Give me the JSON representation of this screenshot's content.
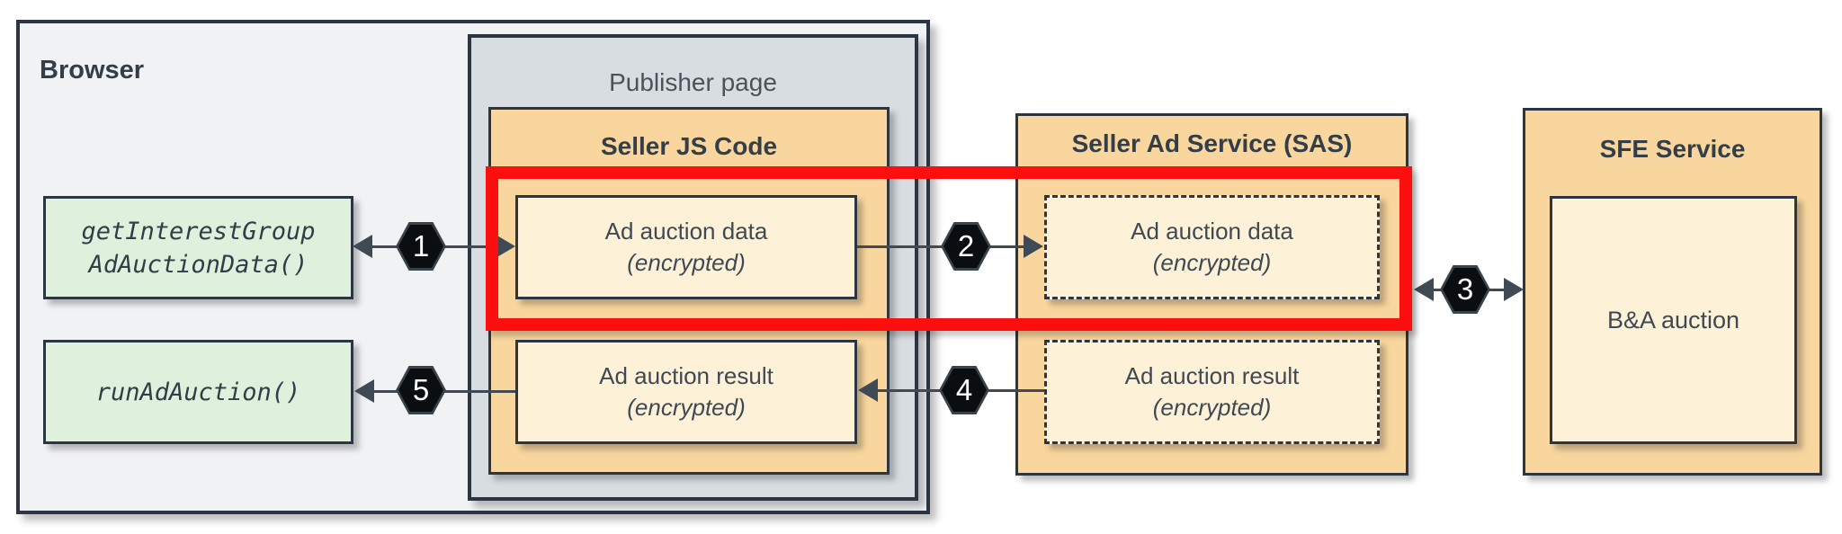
{
  "containers": {
    "browser": {
      "label": "Browser"
    },
    "publisher_page": {
      "label": "Publisher page"
    },
    "seller_js_code": {
      "label": "Seller JS Code"
    },
    "seller_ad_service": {
      "label": "Seller Ad Service (SAS)"
    },
    "sfe_service": {
      "label": "SFE Service"
    }
  },
  "browser_api_boxes": {
    "get_interest_group": {
      "line1": "getInterestGroup",
      "line2": "AdAuctionData()"
    },
    "run_ad_auction": {
      "line1": "runAdAuction()"
    }
  },
  "payload_boxes": {
    "js_ad_auction_data": {
      "title": "Ad auction data",
      "note": "(encrypted)"
    },
    "js_ad_auction_result": {
      "title": "Ad auction result",
      "note": "(encrypted)"
    },
    "sas_ad_auction_data": {
      "title": "Ad auction data",
      "note": "(encrypted)"
    },
    "sas_ad_auction_result": {
      "title": "Ad auction result",
      "note": "(encrypted)"
    },
    "ba_auction": {
      "title": "B&A auction"
    }
  },
  "step_badges": {
    "step1": "1",
    "step2": "2",
    "step3": "3",
    "step4": "4",
    "step5": "5"
  },
  "colors": {
    "highlight_red": "#fb0f0f",
    "container_orange": "#f9d69d",
    "payload_cream": "#fdf2d8",
    "api_green": "#dff1dc",
    "browser_gray": "#f1f2f4",
    "publisher_gray": "#d8dde2",
    "stroke_dark": "#2b3642",
    "badge_black": "#0b0e11",
    "arrow_gray": "#3f4a54"
  }
}
